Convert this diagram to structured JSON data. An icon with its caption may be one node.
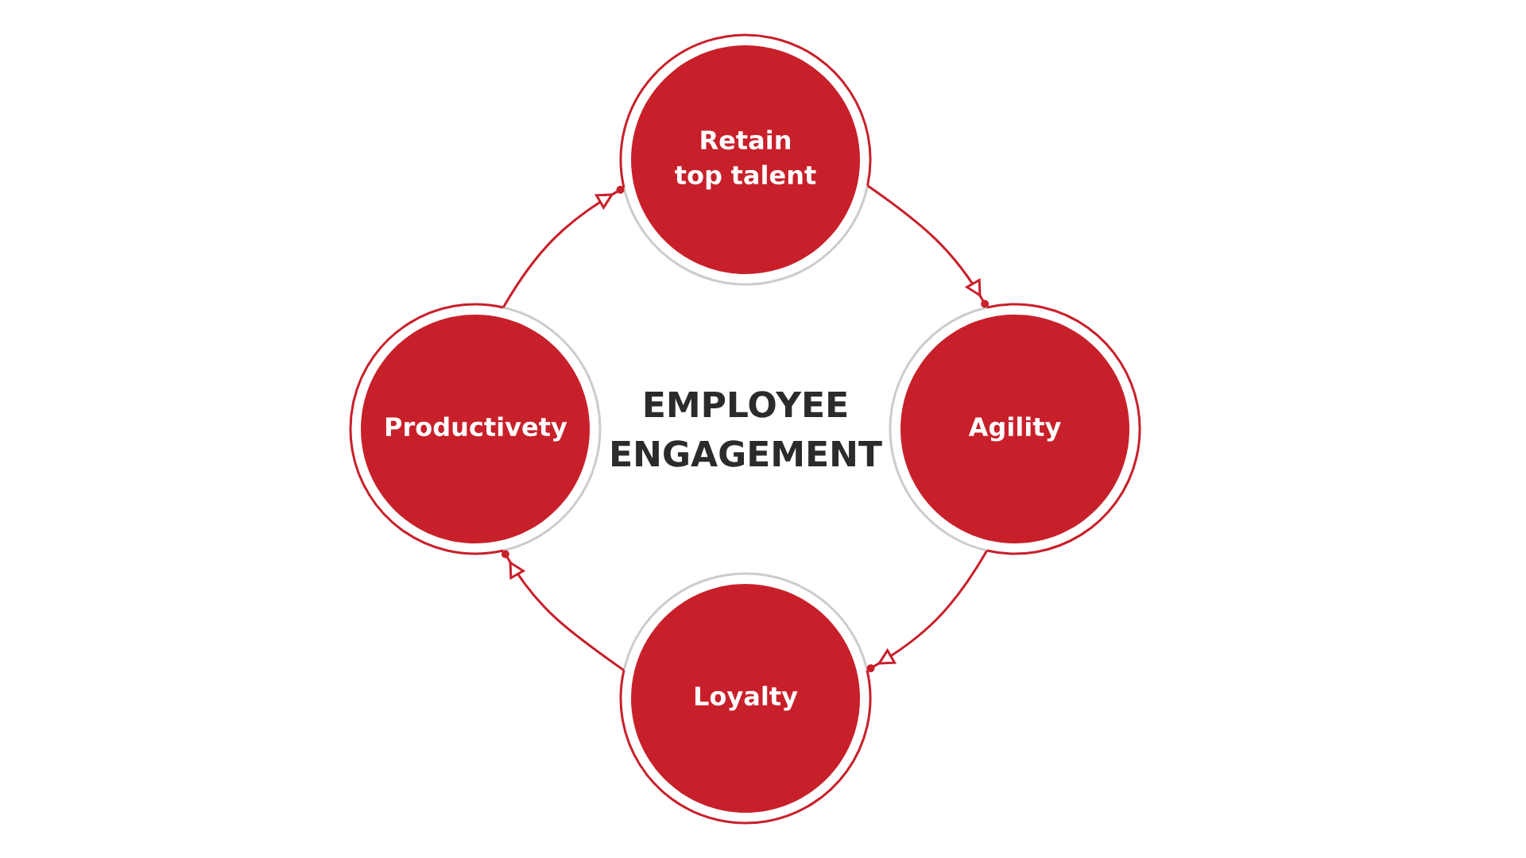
{
  "diagram": {
    "nodes": [
      {
        "text": [
          "Retain top talent"
        ]
      },
      {
        "text": [
          "Agility"
        ]
      },
      {
        "text": [
          "Loyalty"
        ]
      },
      {
        "text": [
          "Productivety"
        ]
      }
    ],
    "edges": [
      {
        "from": 0,
        "to": 1,
        "arrow": "to"
      },
      {
        "from": 1,
        "to": 2,
        "arrow": "to"
      },
      {
        "from": 2,
        "to": 3,
        "arrow": "to"
      },
      {
        "from": 3,
        "to": 0,
        "arrow": "to"
      }
    ],
    "labels": [
      "EMPLOYEE ENGAGEMENT"
    ]
  }
}
